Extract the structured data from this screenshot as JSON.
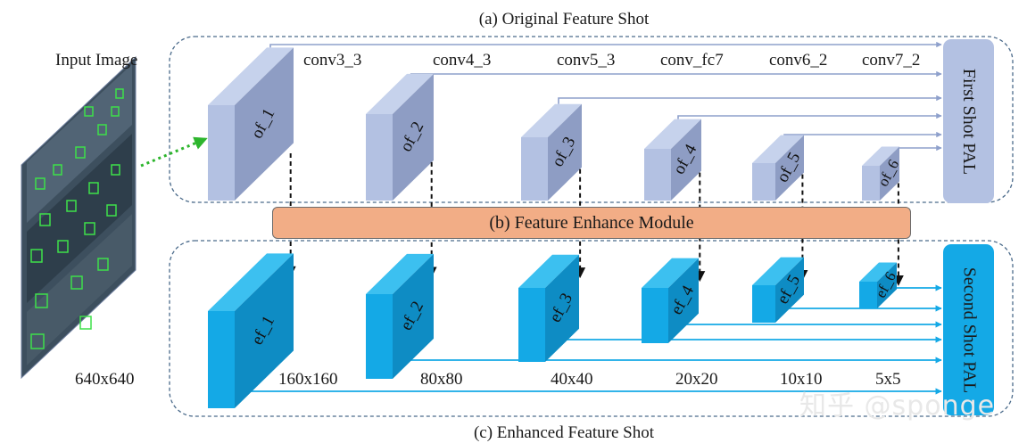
{
  "titles": {
    "original": "(a) Original Feature Shot",
    "module": "(b) Feature Enhance Module",
    "enhanced": "(c) Enhanced Feature Shot"
  },
  "input": {
    "label": "Input Image",
    "size": "640x640"
  },
  "conv_layers": [
    "conv3_3",
    "conv4_3",
    "conv5_3",
    "conv_fc7",
    "conv6_2",
    "conv7_2"
  ],
  "original_features": [
    "of_1",
    "of_2",
    "of_3",
    "of_4",
    "of_5",
    "of_6"
  ],
  "enhanced_features": [
    "ef_1",
    "ef_2",
    "ef_3",
    "ef_4",
    "ef_5",
    "ef_6"
  ],
  "resolutions": [
    "160x160",
    "80x80",
    "40x40",
    "20x20",
    "10x10",
    "5x5"
  ],
  "pal": {
    "first": "First Shot PAL",
    "second": "Second Shot PAL"
  },
  "watermark": "知乎 @sponge",
  "colors": {
    "original_block": "#b3c1e2",
    "enhanced_block": "#14a9e6",
    "module": "#f2ad86",
    "dashed_border": "#4a6a8a",
    "green_arrow": "#2db52d",
    "line_original": "#8ea0cc",
    "line_enhanced": "#14a9e6"
  }
}
